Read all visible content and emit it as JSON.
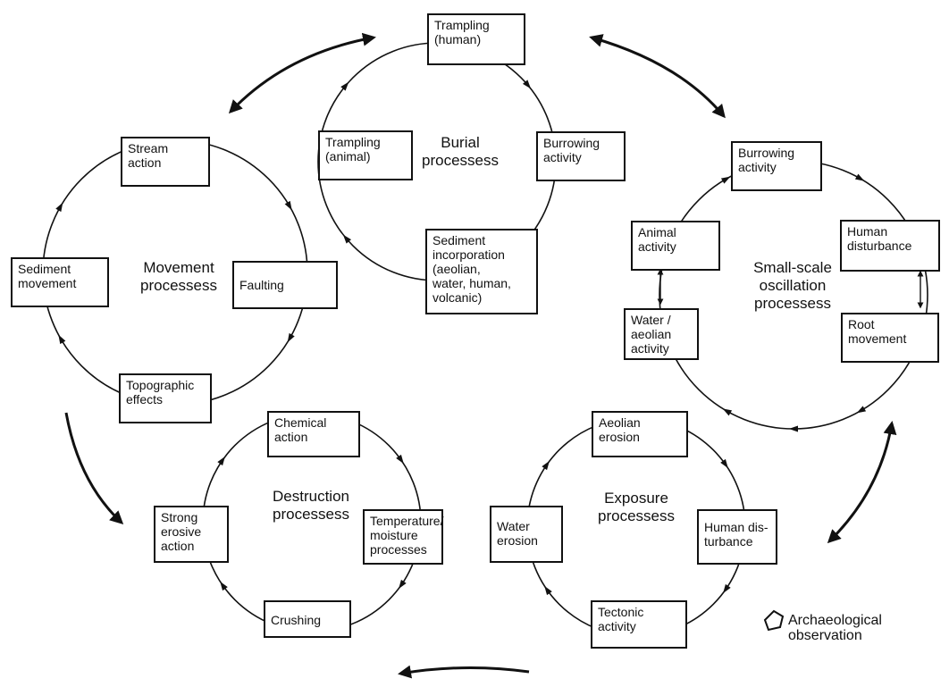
{
  "cycles": {
    "burial": {
      "title": "Burial\nprocessess",
      "boxes": {
        "top": "Trampling\n(human)",
        "left": "Trampling\n(animal)",
        "right": "Burrowing\nactivity",
        "bottom": "Sediment\nincorporation\n(aeolian,\nwater, human,\nvolcanic)"
      }
    },
    "movement": {
      "title": "Movement\nprocessess",
      "boxes": {
        "top": "Stream\naction",
        "left": "Sediment\nmovement",
        "right": "Faulting",
        "bottom": "Topographic\neffects"
      }
    },
    "oscillation": {
      "title": "Small-scale\noscillation\nprocessess",
      "boxes": {
        "top": "Burrowing\nactivity",
        "upper_left": "Animal\nactivity",
        "upper_right": "Human\ndisturbance",
        "lower_left": "Water /\naeolian\nactivity",
        "lower_right": "Root\nmovement"
      }
    },
    "destruction": {
      "title": "Destruction\nprocessess",
      "boxes": {
        "top": "Chemical\naction",
        "left": "Strong\nerosive\naction",
        "right": "Temperature/\nmoisture\nprocesses",
        "bottom": "Crushing"
      }
    },
    "exposure": {
      "title": "Exposure\nprocessess",
      "boxes": {
        "top": "Aeolian\nerosion",
        "left": "Water\nerosion",
        "right": "Human dis-\nturbance",
        "bottom": "Tectonic\nactivity"
      }
    }
  },
  "legend": {
    "label": "Archaeological\nobservation",
    "icon": "pentagon-outline-icon"
  }
}
